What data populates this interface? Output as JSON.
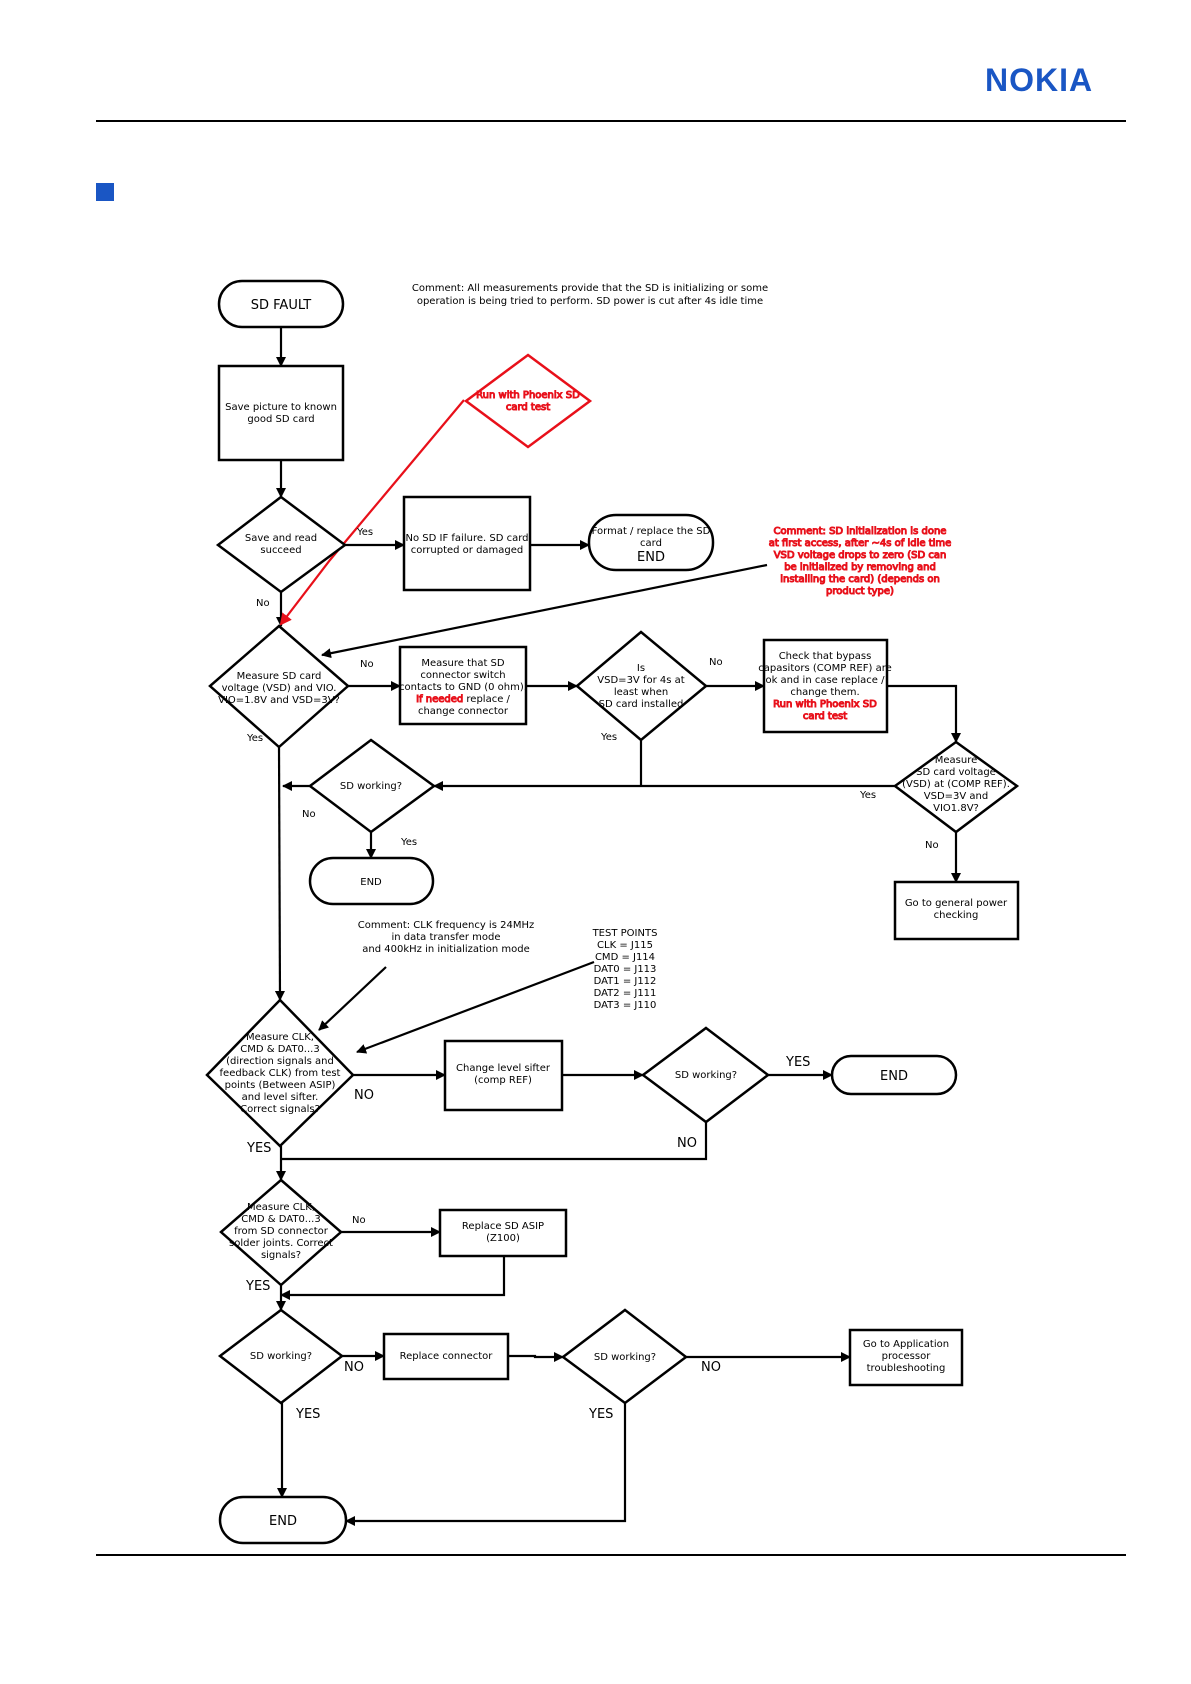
{
  "header": {
    "logo": "NOKIA"
  },
  "colors": {
    "brand": "#1a56c4",
    "line": "#000000",
    "highlight": "#e8101a"
  },
  "comments": {
    "top": [
      "Comment: All measurements provide that the SD is initializing or some",
      "operation is being tried to perform. SD power is cut after 4s idle time"
    ],
    "sd_init": [
      "Comment: SD initialization is done",
      "at first access, after ~4s of idle time",
      "VSD voltage drops to zero (SD can",
      "be initialized by removing and",
      "installing the card) (depends on",
      "product type)"
    ],
    "clk": [
      "Comment: CLK frequency is 24MHz",
      "in data transfer mode",
      "and 400kHz in initialization mode"
    ],
    "test_points": [
      "TEST POINTS",
      "CLK = J115",
      "CMD = J114",
      "DAT0 = J113",
      "DAT1 = J112",
      "DAT2 = J111",
      "DAT3 = J110"
    ]
  },
  "nodes": {
    "sd_fault": "SD FAULT",
    "save_picture": [
      "Save picture to known",
      "good SD card"
    ],
    "phoenix_diamond": [
      "Run with Phoenix SD",
      "card test"
    ],
    "save_read": [
      "Save and read",
      "succeed"
    ],
    "no_sd_if": [
      "No SD IF failure. SD card",
      "corrupted or damaged"
    ],
    "format": [
      "Format / replace the SD",
      "card"
    ],
    "format_end": "END",
    "measure_vsd": [
      "Measure SD card",
      "voltage (VSD) and VIO.",
      "VIO=1.8V and VSD=3V?"
    ],
    "measure_gnd": [
      "Measure that SD",
      "connector switch",
      "contacts to GND (0 ohm)."
    ],
    "if_needed": "If needed",
    "replace_word": " replace /",
    "change_connector": "change connector",
    "is_vsd": [
      "Is",
      "VSD=3V for 4s at",
      "least when",
      "SD card installed"
    ],
    "check_bypass": [
      "Check that bypass",
      "capasitors (COMP REF) are",
      "ok and in case replace /",
      "change them."
    ],
    "check_bypass_red": [
      "Run with Phoenix SD",
      "card test"
    ],
    "measure_comp": [
      "Measure",
      "SD card voltage",
      "(VSD) at (COMP REF).",
      "VSD=3V and",
      "VIO1.8V?"
    ],
    "sd_working_1": "SD working?",
    "end_1": "END",
    "general_power": [
      "Go to general power",
      "checking"
    ],
    "measure_clk": [
      "Measure CLK,",
      "CMD & DAT0...3",
      "(direction signals and",
      "feedback CLK) from test",
      "points (Between  ASIP)",
      "and level sifter.",
      "Correct signals?"
    ],
    "change_level": [
      "Change level sifter",
      "(comp REF)"
    ],
    "sd_working_2": "SD working?",
    "end_2": "END",
    "measure_connector": [
      "Measure CLK,",
      "CMD & DAT0...3",
      "from SD connector",
      "solder joints. Correct",
      "signals?"
    ],
    "replace_asip": [
      "Replace SD ASIP",
      "(Z100)"
    ],
    "sd_working_3": "SD working?",
    "replace_connector": "Replace connector",
    "sd_working_4": "SD working?",
    "app_processor": [
      "Go to Application",
      "processor",
      "troubleshooting"
    ],
    "end_final": "END"
  },
  "labels": {
    "yes": "Yes",
    "no": "No",
    "YES": "YES",
    "NO": "NO"
  }
}
